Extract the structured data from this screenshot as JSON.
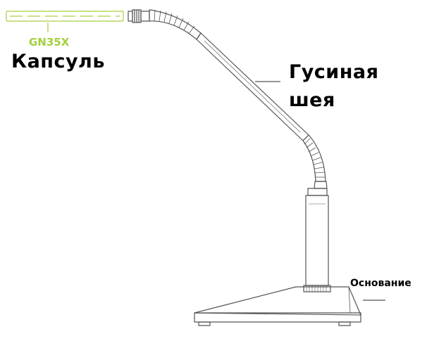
{
  "labels": {
    "capsule_code": "GN35X",
    "capsule": "Капсуль",
    "gooseneck_line1": "Гусиная",
    "gooseneck_line2": "шея",
    "base": "Основание"
  },
  "colors": {
    "accent": "#a4d03c",
    "line": "#555555",
    "text": "#000000"
  }
}
